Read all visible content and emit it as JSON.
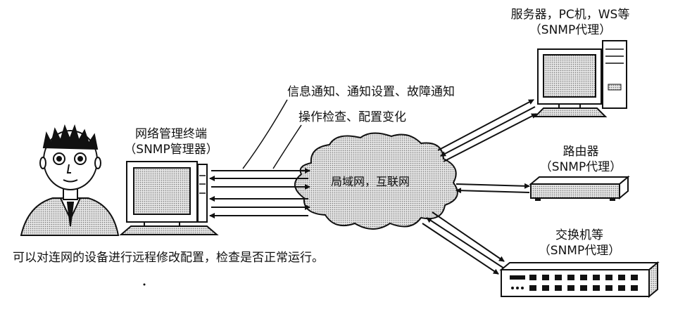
{
  "manager": {
    "title": "网络管理终端",
    "subtitle": "（SNMP管理器）"
  },
  "messages": {
    "line1": "信息通知、通知设置、故障通知",
    "line2": "操作检查、配置变化"
  },
  "network": {
    "label": "局域网，互联网"
  },
  "agents": {
    "servers": {
      "title": "服务器，PC机，WS等",
      "subtitle": "（SNMP代理）"
    },
    "router": {
      "title": "路由器",
      "subtitle": "（SNMP代理）"
    },
    "switch": {
      "title": "交换机等",
      "subtitle": "（SNMP代理）"
    }
  },
  "caption": "可以对连网的设备进行远程修改配置，检查是否正常运行。",
  "colors": {
    "ink": "#111111",
    "paper": "#ffffff",
    "cloud": "#d9d9d9"
  }
}
